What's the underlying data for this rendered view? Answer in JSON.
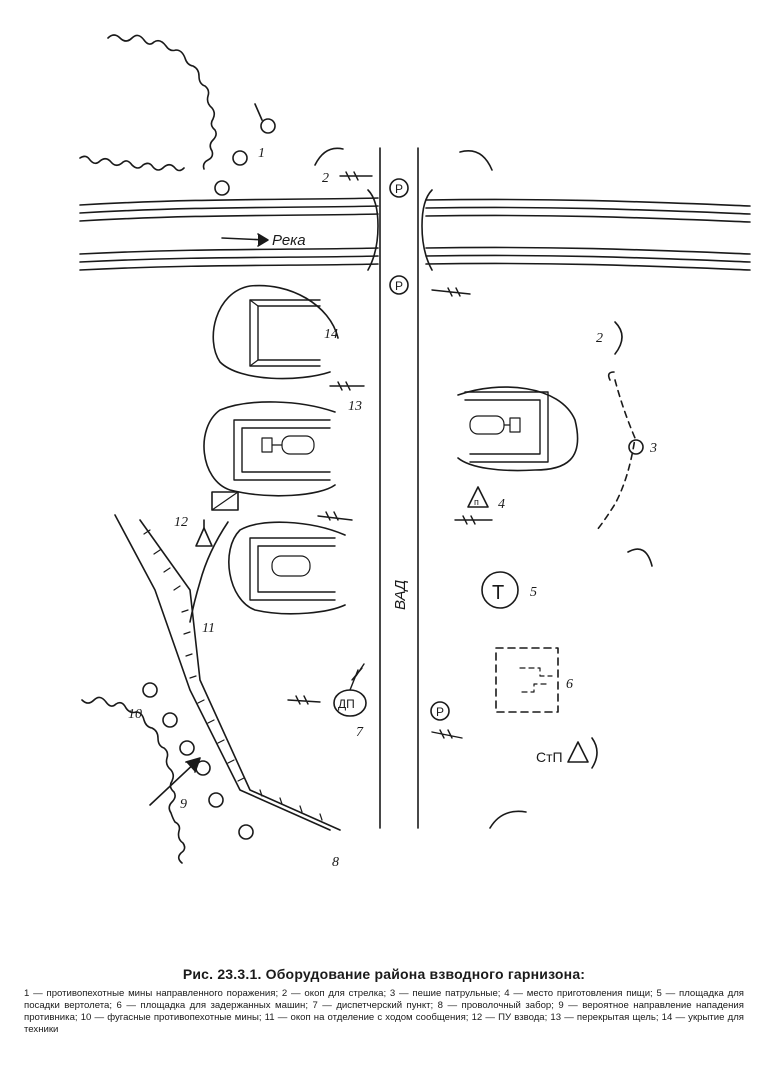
{
  "labels": {
    "river": "Река",
    "road": "ВАД",
    "n1": "1",
    "n2a": "2",
    "n2b": "2",
    "n3": "3",
    "n4": "4",
    "n5": "5",
    "n6": "6",
    "n7": "7",
    "n8": "8",
    "n9": "9",
    "n10": "10",
    "n11": "11",
    "n12": "12",
    "n13": "13",
    "n14": "14"
  },
  "symbols": {
    "patrol": "Р",
    "helipad": "Т",
    "food": "п",
    "dispatch": "ДП",
    "command": "СтП"
  },
  "caption": {
    "title": "Рис. 23.3.1. Оборудование района взводного гарнизона:",
    "text": "1 — противопехотные мины направленного поражения; 2 — окоп для стрелка; 3 — пешие патрульные; 4 — место приготовления пищи; 5 — площадка для посадки вертолета; 6 — площадка для задержанных машин; 7 — диспетчерский пункт; 8 — проволочный забор; 9 — вероятное направление нападения противника; 10 — фугасные противопехотные мины; 11 — окоп на отделение с ходом сообщения; 12 — ПУ взвода; 13 — перекрытая щель; 14 — укрытие для техники"
  }
}
